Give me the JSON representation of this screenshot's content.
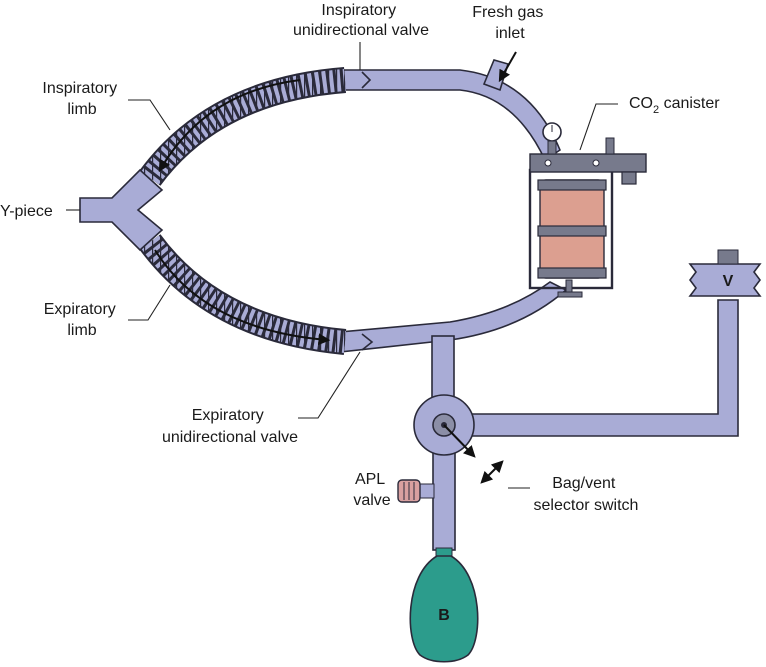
{
  "labels": {
    "inspiratory_valve": [
      "Inspiratory",
      "unidirectional valve"
    ],
    "fresh_gas": [
      "Fresh gas",
      "inlet"
    ],
    "inspiratory_limb": [
      "Inspiratory",
      "limb"
    ],
    "co2_main": "CO",
    "co2_sub": "2",
    "co2_rest": " canister",
    "y_piece": "Y-piece",
    "expiratory_limb": [
      "Expiratory",
      "limb"
    ],
    "expiratory_valve": [
      "Expiratory",
      "unidirectional valve"
    ],
    "apl_valve": [
      "APL",
      "valve"
    ],
    "selector_switch": [
      "Bag/vent",
      "selector switch"
    ],
    "ventilator": "V",
    "bag": "B"
  },
  "colors": {
    "tube": "#a9acd6",
    "canister_body": "#dc9f90",
    "canister_band": "#777a8c",
    "bag": "#2c9c8c",
    "apl_knob": "#d9a0a0",
    "outline": "#2a2a3a"
  }
}
